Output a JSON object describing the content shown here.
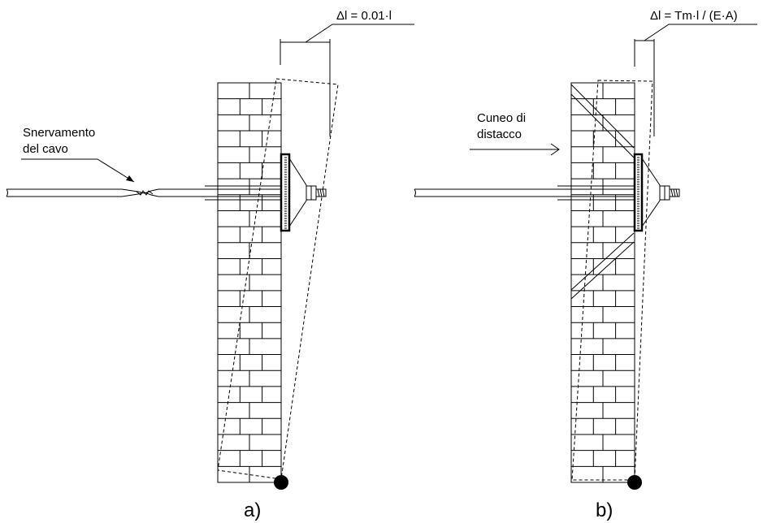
{
  "panel_a": {
    "caption": "a)",
    "dim_label": "Δl = 0.01·l",
    "cable_label_line1": "Snervamento",
    "cable_label_line2": "del cavo"
  },
  "panel_b": {
    "caption": "b)",
    "dim_label": "Δl = Tm·l / (E·A)",
    "wedge_label_line1": "Cuneo di",
    "wedge_label_line2": "distacco"
  },
  "colors": {
    "stroke": "#000000",
    "background": "#ffffff"
  }
}
